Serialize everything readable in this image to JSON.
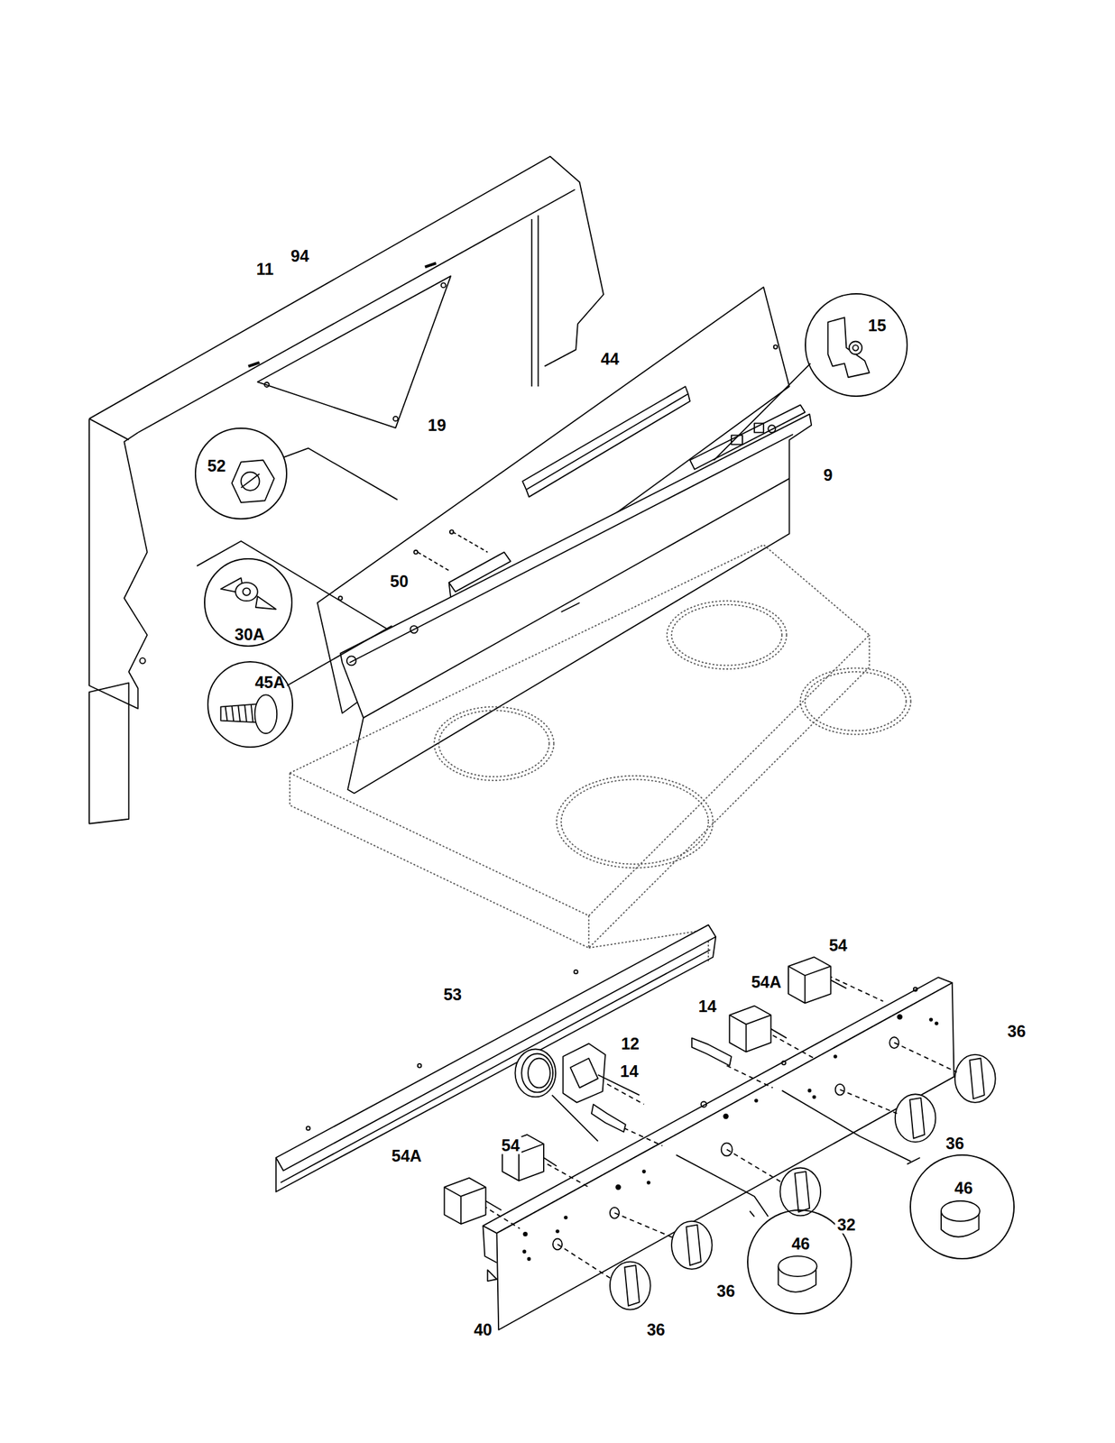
{
  "diagram": {
    "nodes": [
      {
        "text": [
          "15"
        ]
      },
      {
        "text": [
          "52"
        ]
      },
      {
        "text": [
          "30A"
        ]
      },
      {
        "text": [
          "45A"
        ]
      },
      {
        "text": [
          "46"
        ]
      },
      {
        "text": [
          "46"
        ]
      }
    ],
    "labels": [
      "11",
      "94",
      "44",
      "19",
      "9",
      "50",
      "53",
      "54",
      "54A",
      "14",
      "36",
      "12",
      "14",
      "36",
      "54",
      "54A",
      "32",
      "36",
      "36",
      "40"
    ]
  }
}
